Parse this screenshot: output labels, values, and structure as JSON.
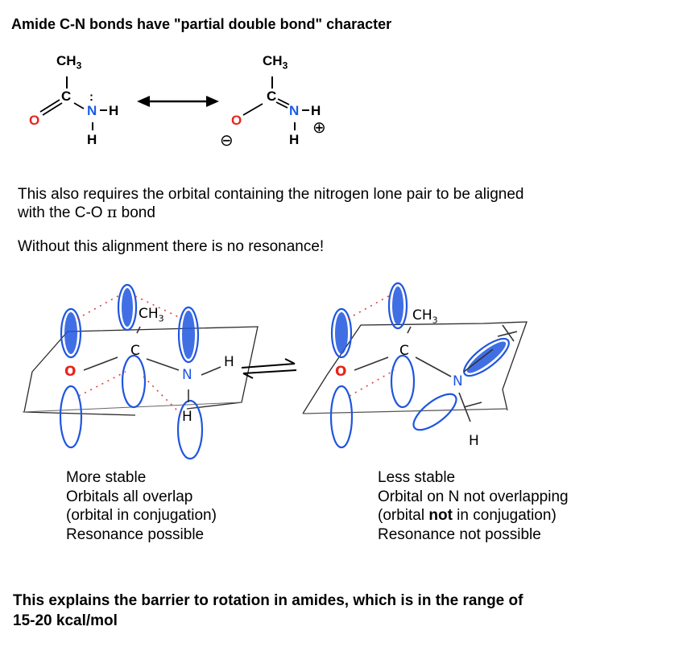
{
  "title": "Amide C-N bonds have \"partial double bond\" character",
  "resonance": {
    "left": {
      "ch3": "CH",
      "ch3_sub": "3",
      "c": "C",
      "o": "O",
      "n": "N",
      "h_right": "H",
      "h_bottom": "H",
      "lone_pair": ":"
    },
    "right": {
      "ch3": "CH",
      "ch3_sub": "3",
      "c": "C",
      "o": "O",
      "n": "N",
      "h_right": "H",
      "h_bottom": "H",
      "neg_charge": "⊖",
      "pos_charge": "⊕"
    }
  },
  "text": {
    "para1_a": "This also requires the orbital containing the nitrogen lone pair to be aligned",
    "para1_b": "with the C-O ",
    "pi": "π",
    "para1_c": " bond",
    "para2": "Without this alignment there is no resonance!"
  },
  "sketch": {
    "left": {
      "ch3": "CH",
      "ch3_sub": "3",
      "c": "C",
      "o": "O",
      "n": "N",
      "h_right": "H",
      "h_bottom": "H"
    },
    "right": {
      "ch3": "CH",
      "ch3_sub": "3",
      "c": "C",
      "o": "O",
      "n": "N",
      "h_bottom": "H"
    }
  },
  "captions": {
    "left": [
      "More stable",
      "Orbitals all overlap",
      "(orbital in conjugation)",
      "Resonance possible"
    ],
    "right_1": "Less stable",
    "right_2": "Orbital on N not overlapping",
    "right_3_pre": "(orbital ",
    "right_3_bold": "not",
    "right_3_post": " in conjugation)",
    "right_4": "Resonance not possible"
  },
  "footer": {
    "line1": "This explains the barrier to rotation in amides, which is in the range of",
    "line2": "15-20 kcal/mol"
  },
  "colors": {
    "oxygen": "#e8231b",
    "nitrogen": "#1b5be8",
    "orbital": "#1f56e0",
    "dots": "#e04040"
  }
}
